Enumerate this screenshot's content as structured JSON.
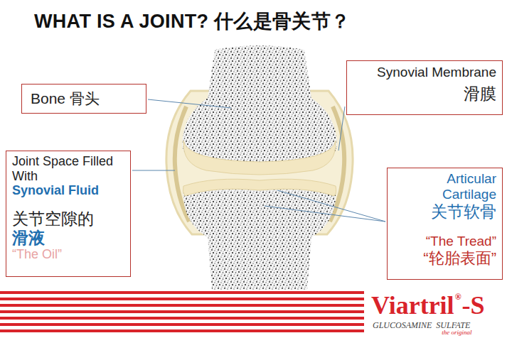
{
  "diagram": {
    "title": "WHAT IS A JOINT? 什么是骨关节？",
    "nodes": [
      {
        "text": [
          "Bone 骨头"
        ]
      },
      {
        "text": [
          "Synovial Membrane",
          "滑膜"
        ]
      },
      {
        "text": [
          "Joint Space Filled With",
          "Synovial Fluid",
          "关节空隙的",
          "滑液",
          "“The Oil”"
        ]
      },
      {
        "text": [
          "Articular Cartilage",
          "关节软骨",
          "“The Tread”",
          "“轮胎表面”"
        ]
      }
    ],
    "labels": [
      "Viartril",
      "®",
      "-S",
      "GLUCOSAMINE",
      "SULFATE",
      "the original"
    ]
  }
}
